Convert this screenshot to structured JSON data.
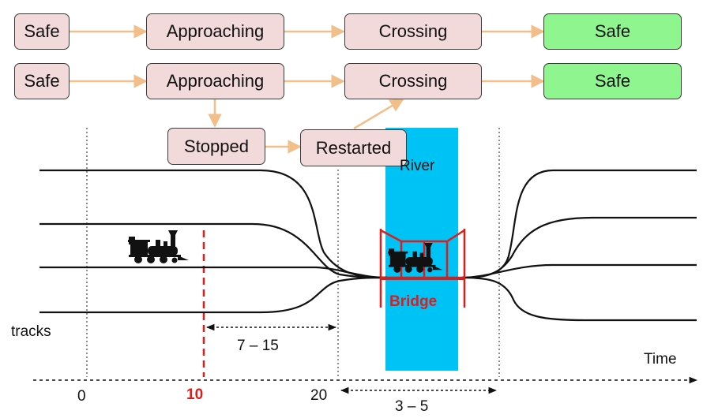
{
  "row1": {
    "safe_start": "Safe",
    "approaching": "Approaching",
    "crossing": "Crossing",
    "safe_end": "Safe"
  },
  "row2": {
    "safe_start": "Safe",
    "approaching": "Approaching",
    "crossing": "Crossing",
    "safe_end": "Safe"
  },
  "branch": {
    "stopped": "Stopped",
    "restarted": "Restarted"
  },
  "scene": {
    "river": "River",
    "bridge": "Bridge",
    "tracks": "tracks"
  },
  "timeline": {
    "axis_label": "Time",
    "tick_0": "0",
    "tick_10": "10",
    "tick_20": "20",
    "interval_approach": "7 – 15",
    "interval_crossing": "3 – 5"
  },
  "colors": {
    "state_fill": "#f3dada",
    "safe_fill": "#8ff58f",
    "arrow": "#f2be8a",
    "river": "#00c3f5",
    "bridge": "#e01b1b"
  },
  "icons": [
    "steam-locomotive-icon"
  ]
}
